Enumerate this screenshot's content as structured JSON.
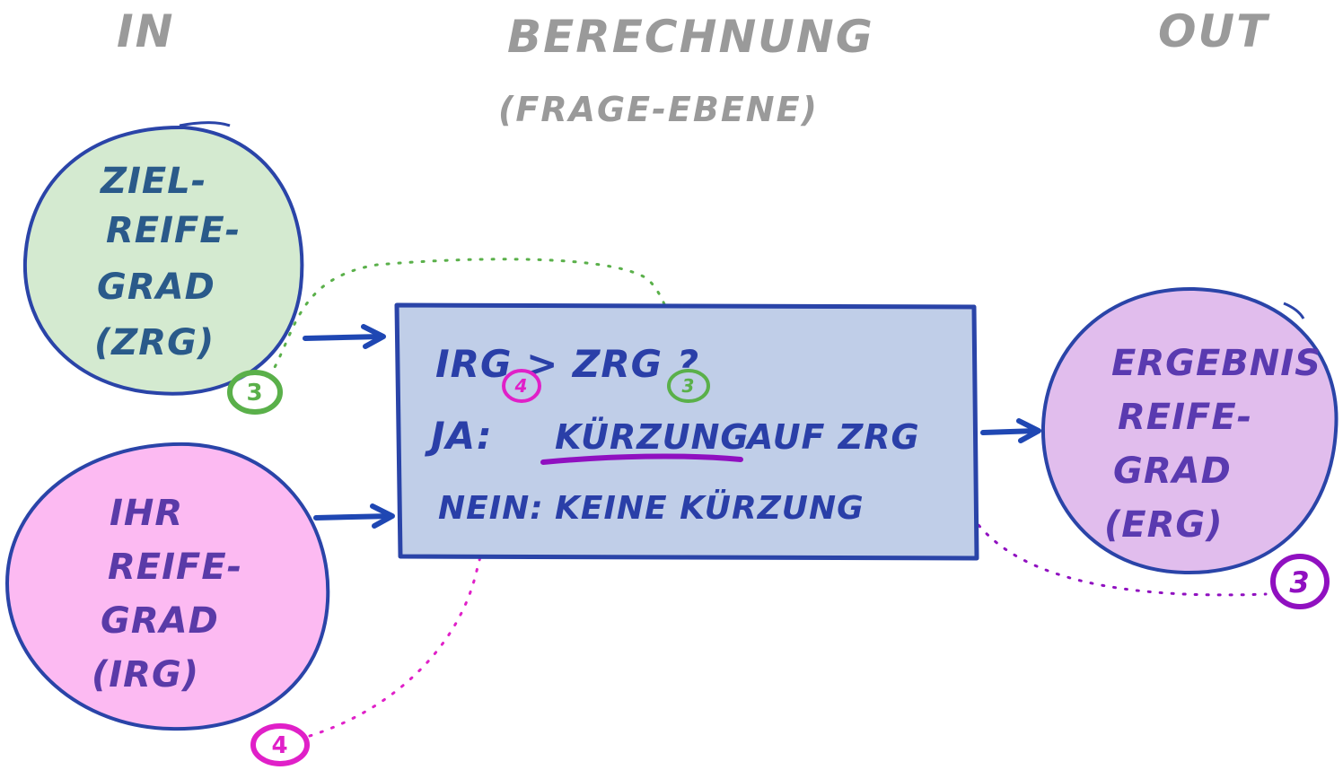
{
  "headers": {
    "input": "IN",
    "calculation": "BERECHNUNG",
    "calculation_sub": "(FRAGE-EBENE)",
    "output": "OUT"
  },
  "nodes": {
    "zrg": {
      "lines": [
        "ZIEL-",
        "REIFE-",
        "GRAD",
        "(ZRG)"
      ],
      "badge": "3"
    },
    "irg": {
      "lines": [
        "IHR",
        "REIFE-",
        "GRAD",
        "(IRG)"
      ],
      "badge": "4"
    },
    "erg": {
      "lines": [
        "ERGEBNIS",
        "REIFE-",
        "GRAD",
        "(ERG)"
      ],
      "badge": "3"
    }
  },
  "box": {
    "question": "IRG > ZRG ?",
    "yes_label": "JA:",
    "yes_text": "KÜRZUNG",
    "yes_text_rest": "AUF ZRG",
    "no_label": "NEIN:",
    "no_text": "KEINE KÜRZUNG",
    "badge_irg": "4",
    "badge_zrg": "3"
  },
  "colors": {
    "outline": "#2a44a8",
    "arrow": "#1f47b3",
    "zrg_fill": "#d4ead0",
    "irg_fill": "#fcbaf2",
    "erg_fill": "#e1bded",
    "box_fill": "#c0cee8",
    "green": "#5ab04a",
    "magenta": "#e020c8",
    "purple": "#9010c0",
    "header_gray": "#9a9a9a",
    "zrg_text": "#2a5a8a",
    "irg_text": "#5a3aa8",
    "erg_text": "#5a3ab0",
    "box_text": "#2a3fa8"
  }
}
